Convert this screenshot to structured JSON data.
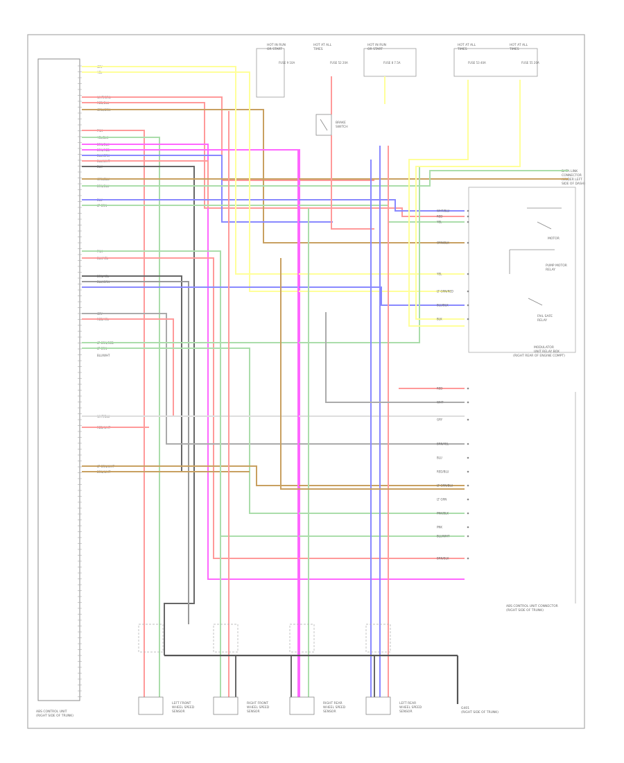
{
  "diagram": {
    "footer_code": "",
    "abs_unit_label": [
      "ABS CONTROL UNIT",
      "(RIGHT SIDE OF TRUNK)"
    ],
    "ground_label": [
      "G401",
      "(RIGHT SIDE OF TRUNK)"
    ],
    "data_link_label": [
      "DATA LINK",
      "CONNECTOR",
      "(UNDER LEFT",
      "SIDE OF DASH)"
    ],
    "abs_connector_label": [
      "ABS CONTROL UNIT CONNECTOR",
      "(RIGHT SIDE OF TRUNK)"
    ],
    "modulator_label": [
      "MODULATOR",
      "UNIT RELAY BOX",
      "(RIGHT REAR OF ENGINE COMPT)"
    ],
    "brake_switch_label": [
      "BRAKE",
      "SWITCH"
    ],
    "pump_motor_label": [
      "PUMP MOTOR",
      "RELAY"
    ],
    "fail_safe_label": [
      "FAIL SAFE",
      "RELAY"
    ],
    "motor_label": "MOTOR",
    "sensors": [
      {
        "label": [
          "LEFT FRONT",
          "WHEEL SPEED",
          "SENSOR"
        ]
      },
      {
        "label": [
          "RIGHT FRONT",
          "WHEEL SPEED",
          "SENSOR"
        ]
      },
      {
        "label": [
          "RIGHT REAR",
          "WHEEL SPEED",
          "SENSOR"
        ]
      },
      {
        "label": [
          "LEFT REAR",
          "WHEEL SPEED",
          "SENSOR"
        ]
      }
    ],
    "fuses": [
      {
        "label": [
          "HOT IN RUN",
          "OR START"
        ],
        "sub": "FUSE 9 10A"
      },
      {
        "label": [
          "HOT AT ALL",
          "TIMES"
        ],
        "sub": "FUSE 52 20A"
      },
      {
        "label": [
          "HOT IN RUN",
          "OR START"
        ],
        "sub": "FUSE 8 7.5A"
      },
      {
        "label": [
          "HOT AT ALL",
          "TIMES"
        ],
        "sub": "FUSE 53 40A"
      },
      {
        "label": [
          "HOT AT ALL",
          "TIMES"
        ],
        "sub": "FUSE 55 20A"
      }
    ],
    "left_pins": [
      "GRY",
      "YEL",
      "WHT/GRN",
      "RED/BLU",
      "GRN/ORN",
      "PNK",
      "YEL/BLK",
      "BRN/BLK",
      "BRN/RED",
      "BLU/GRN",
      "BLU/WHT",
      "BLK",
      "ORN/BLU",
      "BRN/BLU",
      "BLU",
      "LT GRN",
      "PNK",
      "BLK/YEL",
      "BRN/YEL",
      "BLU/ORN",
      "GRY",
      "RED/YEL",
      "LT GRN/RED",
      "LT GRN",
      "BLU/WHT",
      "WHT/BLU",
      "RED/WHT",
      "LT GRN/WHT",
      "BRN/WHT"
    ],
    "right_pins": [
      "WHT/BLU",
      "RED",
      "YEL",
      "ORN/BLK",
      "YEL",
      "LT GRN/RED",
      "BLU/BLK",
      "BLK",
      "RED",
      "WHT",
      "GRY",
      "BRN/YEL",
      "BLU",
      "RED/BLU",
      "LT GRN/BLU",
      "LT GRN",
      "PNK/BLK",
      "PNK",
      "BLU/WHT",
      "BRN/BLK"
    ]
  }
}
